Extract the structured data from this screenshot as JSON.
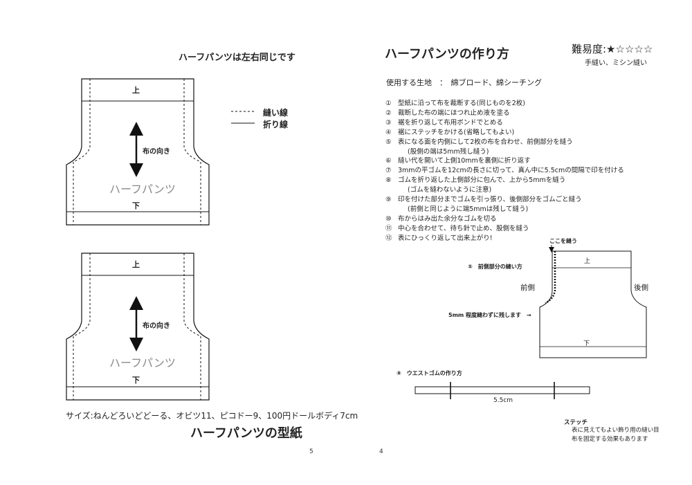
{
  "left_page": {
    "header": "ハーフパンツは左右同じです",
    "pattern_top": {
      "top_label": "上",
      "grain_label": "布の向き",
      "name": "ハーフパンツ",
      "bottom_label": "下"
    },
    "pattern_bottom": {
      "top_label": "上",
      "grain_label": "布の向き",
      "name": "ハーフパンツ",
      "bottom_label": "下"
    },
    "legend": {
      "stitch_line": "縫い線",
      "fold_line": "折り線"
    },
    "size_note": "サイズ:ねんどろいどどーる、オビツ11、ピコドー9、100円ドールボディ7cm",
    "title": "ハーフパンツの型紙",
    "page_number": "5"
  },
  "right_page": {
    "page_number": "4",
    "title": "ハーフパンツの作り方",
    "difficulty": "難易度:★☆☆☆☆",
    "method": "手縫い、ミシン縫い",
    "fabric": "使用する生地　：　綿ブロード、綿シーチング",
    "steps": [
      {
        "num": "①",
        "text": "型紙に沿って布を裁断する(同じものを2枚)"
      },
      {
        "num": "②",
        "text": "裁断した布の端にほつれ止め液を塗る"
      },
      {
        "num": "③",
        "text": "裾を折り返して布用ボンドでとめる"
      },
      {
        "num": "④",
        "text": "裾にステッチをかける(省略してもよい)"
      },
      {
        "num": "⑤",
        "text": "表になる面を内側にして2枚の布を合わせ、前側部分を縫う",
        "sub": "(股側の端は5mm残し縫う)"
      },
      {
        "num": "⑥",
        "text": "縫い代を開いて上側10mmを裏側に折り返す"
      },
      {
        "num": "⑦",
        "text": "3mmの平ゴムを12cmの長さに切って、真ん中に5.5cmの間隔で印を付ける"
      },
      {
        "num": "⑧",
        "text": "ゴムを折り返した上側部分に包んで、上から5mmを縫う",
        "sub": "(ゴムを縫わないように注意)"
      },
      {
        "num": "⑨",
        "text": "印を付けた部分までゴムを引っ張り、後側部分をゴムごと縫う",
        "sub": "(前側と同じように端5mmは残して縫う)"
      },
      {
        "num": "⑩",
        "text": "布からはみ出た余分なゴムを切る"
      },
      {
        "num": "⑪",
        "text": "中心を合わせて、待ち針で止め、股側を縫う"
      },
      {
        "num": "⑫",
        "text": "表にひっくり返して出来上がり!"
      }
    ],
    "diagram5": {
      "title": "⑤　前側部分の縫い方",
      "sew_here": "ここを縫う",
      "top_label": "上",
      "bottom_label": "下",
      "front": "前側",
      "back": "後側",
      "leave_note": "5mm 程度縫わずに残します　→"
    },
    "diagram8": {
      "title": "⑧　ウエストゴムの作り方",
      "measure": "5.5cm"
    },
    "stitch": {
      "title": "ステッチ",
      "line1": "表に見えてもよい飾り用の縫い目",
      "line2": "布を固定する効果もあります"
    }
  }
}
